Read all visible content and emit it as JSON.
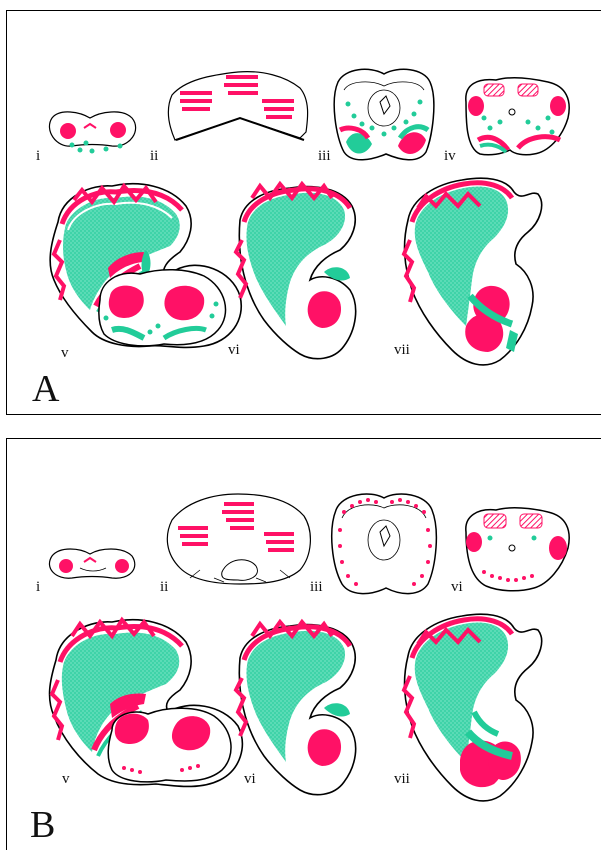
{
  "colors": {
    "lesion": "#ff1166",
    "fiber": "#22cc99",
    "outline": "#000000",
    "background": "#ffffff"
  },
  "panels": [
    {
      "letter": "A",
      "sections": [
        "i",
        "ii",
        "iii",
        "iv",
        "v",
        "vi",
        "vii"
      ]
    },
    {
      "letter": "B",
      "sections": [
        "i",
        "ii",
        "iii",
        "vi",
        "v",
        "vi",
        "vii"
      ]
    }
  ]
}
